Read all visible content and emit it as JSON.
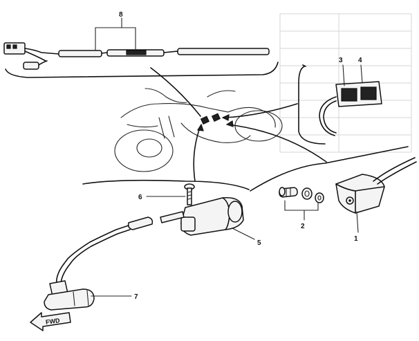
{
  "callouts": {
    "c1": "1",
    "c2": "2",
    "c3": "3",
    "c4": "4",
    "c5": "5",
    "c6": "6",
    "c7": "7",
    "c8": "8"
  },
  "direction_arrow": "FWD",
  "colors": {
    "ink": "#111111",
    "paper": "#ffffff"
  }
}
